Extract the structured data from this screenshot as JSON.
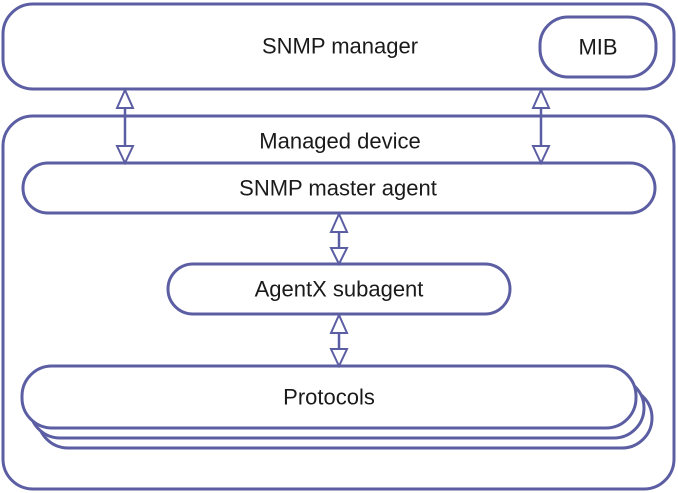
{
  "diagram": {
    "manager_label": "SNMP manager",
    "mib_label": "MIB",
    "device_label": "Managed device",
    "master_agent_label": "SNMP master agent",
    "subagent_label": "AgentX subagent",
    "protocols_label": "Protocols"
  },
  "colors": {
    "stroke": "#5c5ea3",
    "fill": "#ffffff",
    "text": "#1a1a1a"
  }
}
